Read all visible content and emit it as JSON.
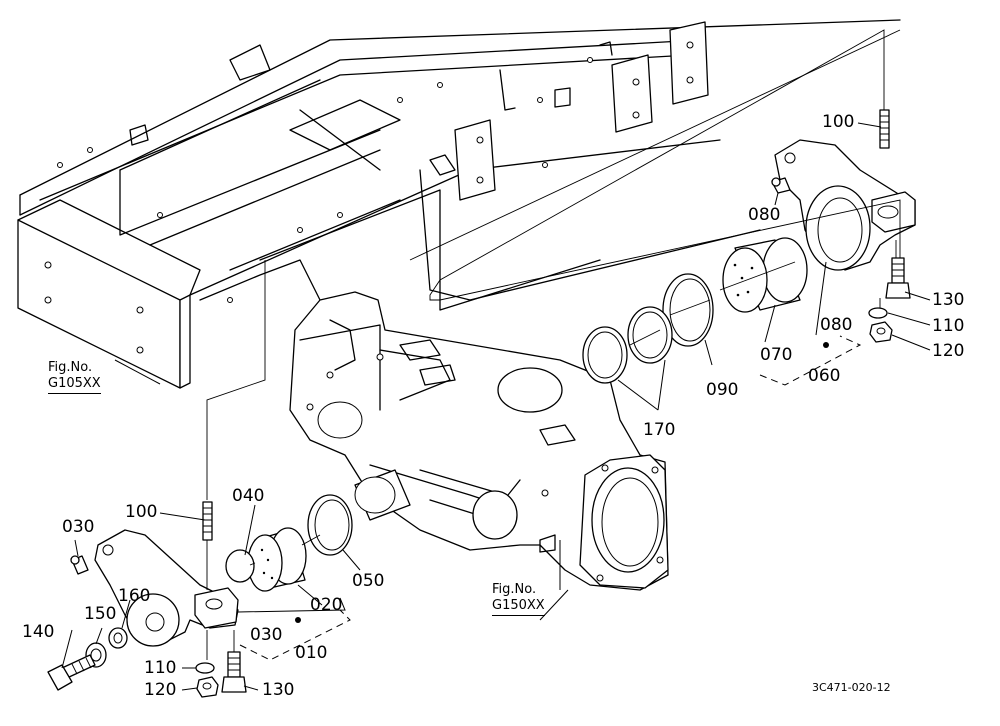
{
  "labels": {
    "p100_top": "100",
    "p080_top": "080",
    "p130_right": "130",
    "p110_right": "110",
    "p120_right": "120",
    "p080_mid": "080",
    "p070": "070",
    "p060": "060",
    "p090": "090",
    "p170": "170",
    "p100_left": "100",
    "p040": "040",
    "p030_top": "030",
    "p050": "050",
    "p020": "020",
    "p160": "160",
    "p150": "150",
    "p140": "140",
    "p030_bottom": "030",
    "p010": "010",
    "p110_bottom": "110",
    "p120_bottom": "120",
    "p130_bottom": "130"
  },
  "fig_refs": {
    "frame": {
      "line1": "Fig.No.",
      "line2": "G105XX"
    },
    "axle": {
      "line1": "Fig.No.",
      "line2": "G150XX"
    }
  },
  "diagram_code": "3C471-020-12"
}
